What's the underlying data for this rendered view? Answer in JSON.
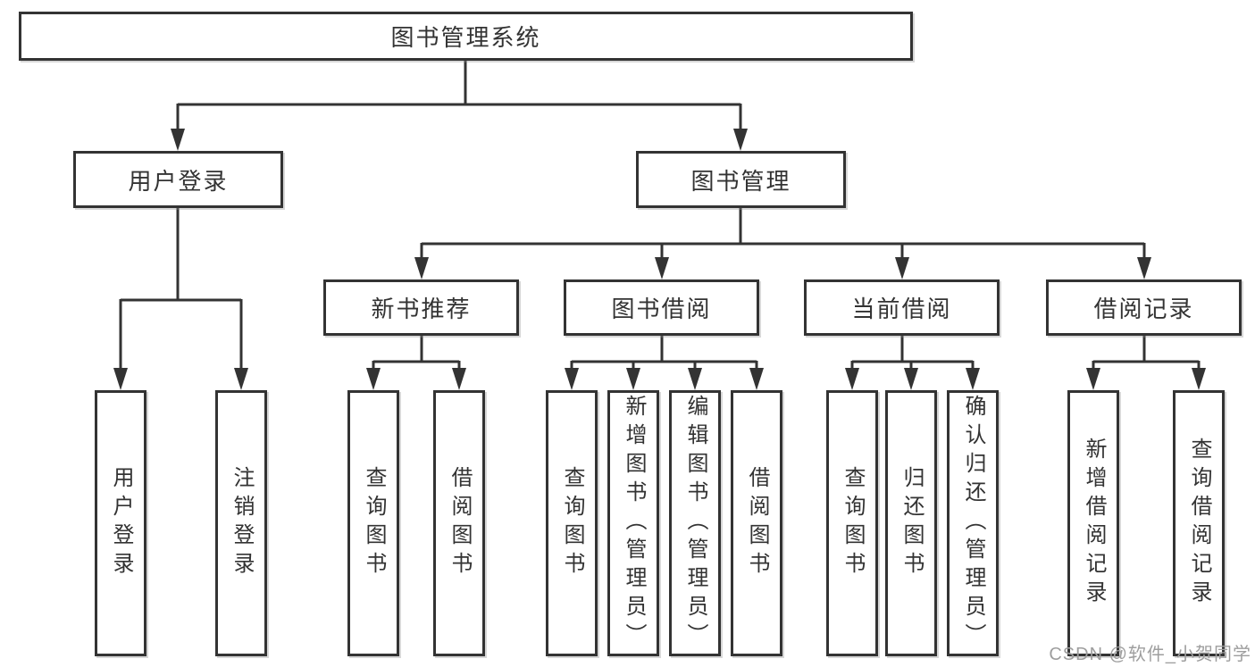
{
  "diagram": {
    "root_label": "图书管理系统",
    "branches": [
      {
        "label": "用户登录",
        "children": [
          {
            "label": "用户登录"
          },
          {
            "label": "注销登录"
          }
        ]
      },
      {
        "label": "图书管理",
        "children": [
          {
            "label": "新书推荐",
            "children": [
              {
                "label": "查询图书"
              },
              {
                "label": "借阅图书"
              }
            ]
          },
          {
            "label": "图书借阅",
            "children": [
              {
                "label": "查询图书"
              },
              {
                "label": "新增图书（管理员）"
              },
              {
                "label": "编辑图书（管理员）"
              },
              {
                "label": "借阅图书"
              }
            ]
          },
          {
            "label": "当前借阅",
            "children": [
              {
                "label": "查询图书"
              },
              {
                "label": "归还图书"
              },
              {
                "label": "确认归还（管理员）"
              }
            ]
          },
          {
            "label": "借阅记录",
            "children": [
              {
                "label": "新增借阅记录"
              },
              {
                "label": "查询借阅记录"
              }
            ]
          }
        ]
      }
    ]
  },
  "watermark": {
    "text": "CSDN @软件_小贺同学"
  },
  "colors": {
    "line": "#333333",
    "text": "#333333",
    "box_fill": "#ffffff",
    "watermark": "#9e9e9e",
    "background": "#ffffff"
  }
}
